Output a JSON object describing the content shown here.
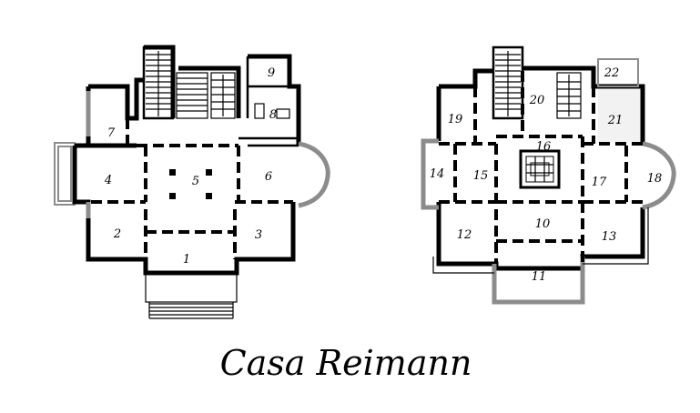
{
  "title": "Casa Reimann",
  "ground_floor": {
    "rooms": [
      "1",
      "2",
      "3",
      "4",
      "5",
      "6",
      "7",
      "8",
      "9"
    ]
  },
  "upper_floor": {
    "rooms": [
      "10",
      "11",
      "12",
      "13",
      "14",
      "15",
      "16",
      "17",
      "18",
      "19",
      "20",
      "21",
      "22"
    ]
  }
}
